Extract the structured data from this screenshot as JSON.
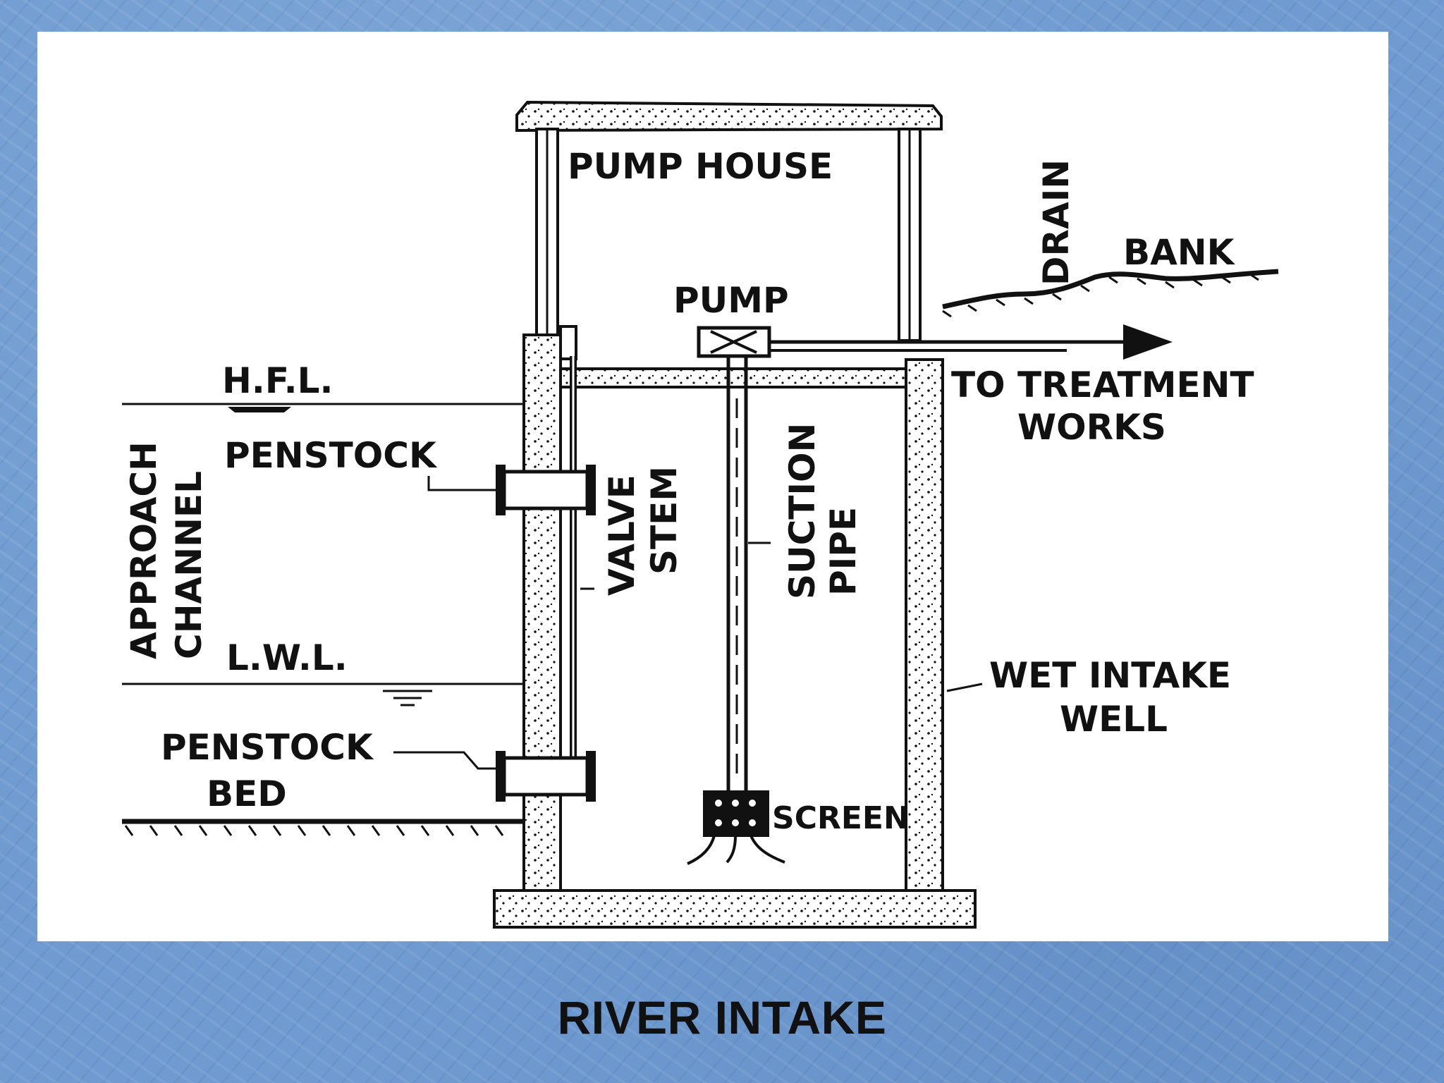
{
  "diagram": {
    "labels": {
      "pump_house": "PUMP HOUSE",
      "drain": "DRAIN",
      "bank": "BANK",
      "pump": "PUMP",
      "hfl": "H.F.L.",
      "to_treatment_line1": "TO TREATMENT",
      "to_treatment_line2": "WORKS",
      "penstock_upper": "PENSTOCK",
      "approach_line1": "APPROACH",
      "approach_line2": "CHANNEL",
      "valve": "VALVE",
      "stem": "STEM",
      "suction": "SUCTION",
      "pipe": "PIPE",
      "lwl": "L.W.L.",
      "wet_intake_line1": "WET INTAKE",
      "wet_intake_line2": "WELL",
      "penstock_lower": "PENSTOCK",
      "bed": "BED",
      "screen": "SCREEN"
    }
  },
  "caption": "RIVER INTAKE",
  "colors": {
    "background": "#6f9bd1",
    "panel": "#ffffff",
    "ink": "#111111"
  }
}
